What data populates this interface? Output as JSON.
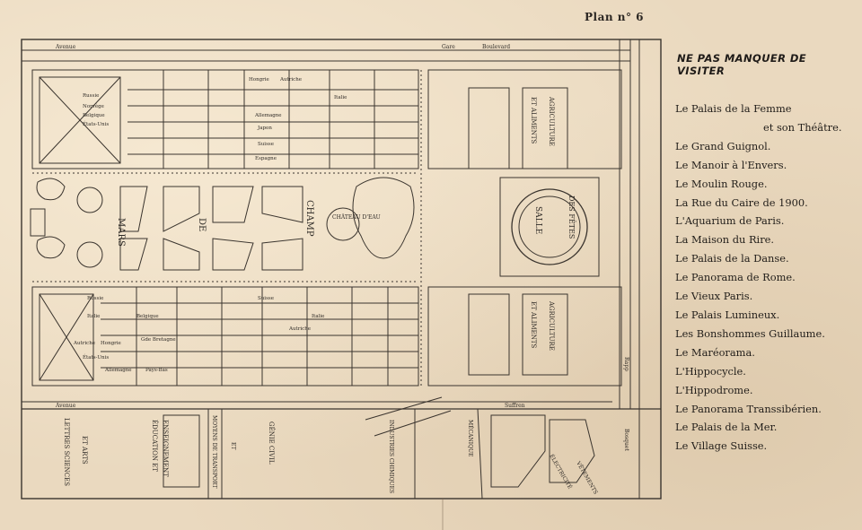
{
  "plan_label": "Plan n° 6",
  "legend": {
    "title": "NE PAS MANQUER DE VISITER",
    "items": [
      {
        "line1": "Le Palais de la Femme",
        "line2": "et son Théâtre."
      },
      {
        "line1": "Le Grand Guignol."
      },
      {
        "line1": "Le Manoir à l'Envers."
      },
      {
        "line1": "Le Moulin Rouge."
      },
      {
        "line1": "La Rue du Caire de 1900."
      },
      {
        "line1": "L'Aquarium de Paris."
      },
      {
        "line1": "La Maison du Rire."
      },
      {
        "line1": "Le Palais de la Danse."
      },
      {
        "line1": "Le Panorama de Rome."
      },
      {
        "line1": "Le Vieux Paris."
      },
      {
        "line1": "Le Palais Lumineux."
      },
      {
        "line1": "Les Bonshommes Guillaume."
      },
      {
        "line1": "Le Maréorama."
      },
      {
        "line1": "L'Hippocycle."
      },
      {
        "line1": "L'Hippodrome."
      },
      {
        "line1": "Le Panorama Transsibérien."
      },
      {
        "line1": "Le Palais de la Mer."
      },
      {
        "line1": "Le Village Suisse."
      }
    ]
  },
  "map_labels": {
    "champ_de_mars": [
      "MARS",
      "DE",
      "CHAMP"
    ],
    "chateau_deau": "CHÂTEAU D'EAU",
    "salle_des_fetes": [
      "SALLE",
      "DES FÊTES"
    ],
    "agriculture_top": [
      "ET ALIMENTS",
      "AGRICULTURE"
    ],
    "agriculture_bottom": [
      "ET ALIMENTS",
      "AGRICULTURE"
    ],
    "boulevard": "Boulevard",
    "avenue_top": "Avenue",
    "gare": "Gare",
    "suffren": "Suffren",
    "avenue_bottom": "Avenue",
    "rapp": "Rapp",
    "bosquet": "Bosquet",
    "lettres_sciences": [
      "LETTRES SCIENCES",
      "ET ARTS"
    ],
    "education": [
      "ÉDUCATION ET",
      "ENSEIGNEMENT"
    ],
    "moyens_transport": [
      "MOYENS DE TRANSPORT",
      "ET"
    ],
    "genie_civil": [
      "GÉNIE CIVIL"
    ],
    "industries_chimiques": "INDUSTRIES CHIMIQUES",
    "mecanique": "MÉCANIQUE",
    "electricite": "ÉLECTRICITÉ",
    "vetements": "VÊTEMENTS",
    "north_countries": [
      "Russie",
      "Norvège",
      "Belgique",
      "États-Unis",
      "Hongrie",
      "Autriche",
      "Allemagne",
      "Japon",
      "Suisse",
      "Espagne",
      "Italie"
    ],
    "south_countries": [
      "Russie",
      "Italie",
      "Belgique",
      "Autriche",
      "Hongrie",
      "Gde Bretagne",
      "États-Unis",
      "Allemagne",
      "Pays-Bas",
      "Suisse",
      "Italie",
      "Autriche"
    ]
  },
  "colors": {
    "ink": "#2e2a26",
    "paper": "#ead9bf"
  }
}
